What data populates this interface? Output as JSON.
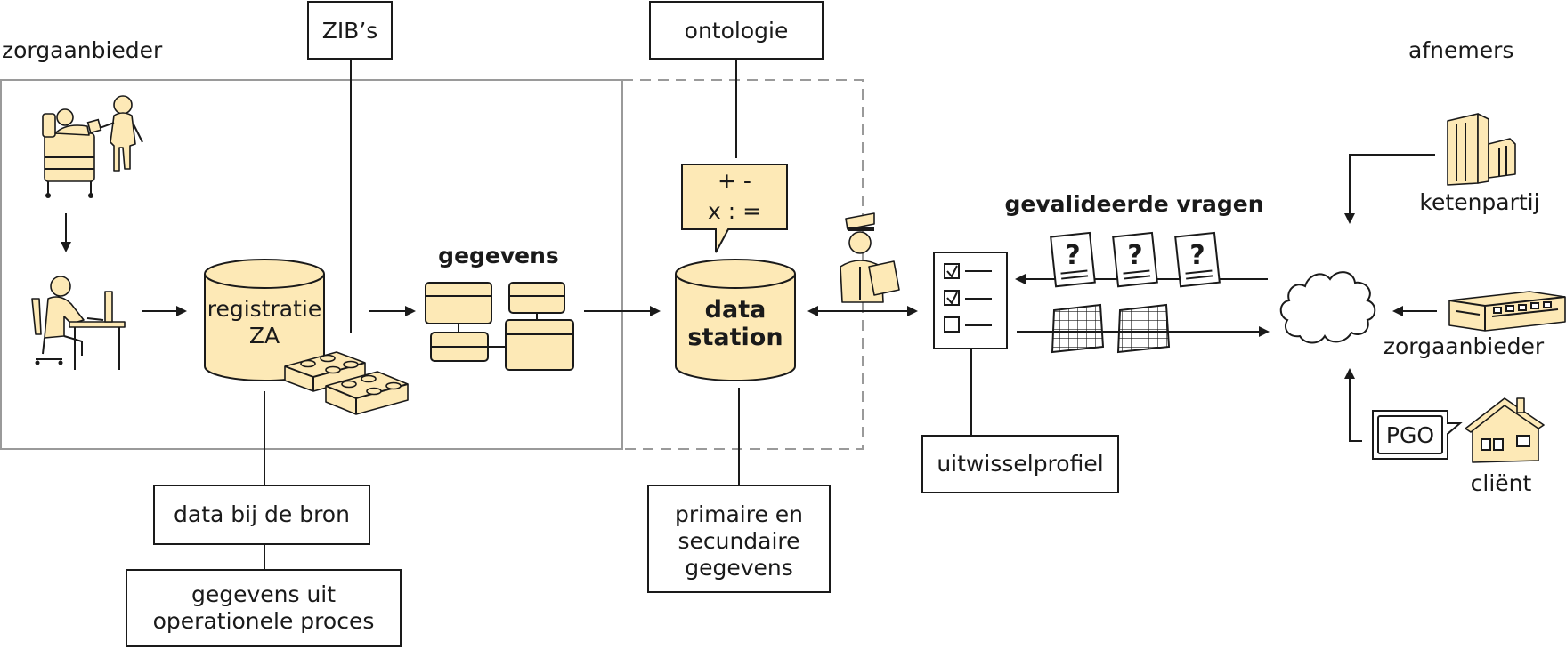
{
  "labels": {
    "zorgaanbieder_left": "zorgaanbieder",
    "afnemers": "afnemers",
    "zibs": "ZIB’s",
    "ontologie": "ontologie",
    "registratie_line1": "registratie",
    "registratie_line2": "ZA",
    "gegevens": "gegevens",
    "calc_line1": "+ -",
    "calc_line2": "x : =",
    "data_station_line1": "data",
    "data_station_line2": "station",
    "gevalideerde_vragen": "gevalideerde vragen",
    "ketenpartij": "ketenpartij",
    "zorgaanbieder_right": "zorgaanbieder",
    "pgo": "PGO",
    "client": "cliënt",
    "uitwisselprofiel": "uitwisselprofiel",
    "data_bij_de_bron": "data bij de bron",
    "gegevens_uit_line1": "gegevens uit",
    "gegevens_uit_line2": "operationele proces",
    "primaire_line1": "primaire en",
    "primaire_line2": "secundaire",
    "primaire_line3": "gegevens",
    "question_mark": "?"
  },
  "icons": [
    "patient-bed-icon",
    "nurse-icon",
    "office-worker-icon",
    "lego-brick-icon",
    "police-officer-icon",
    "checklist-icon",
    "question-document-icon",
    "data-grid-icon",
    "cloud-icon",
    "office-building-icon",
    "hospital-building-icon",
    "house-icon"
  ],
  "colors": {
    "cream": "#fde9b6",
    "line": "#1a1a1a",
    "frame": "#9a9a9a"
  }
}
